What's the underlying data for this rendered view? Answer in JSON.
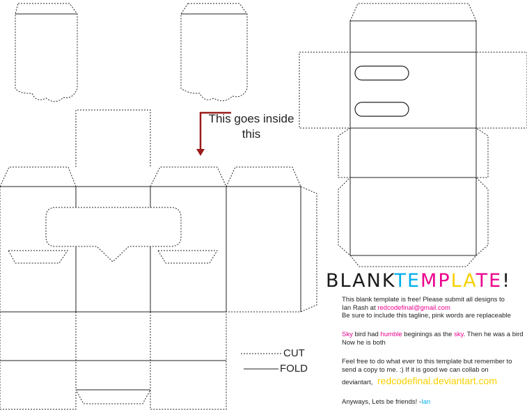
{
  "note": {
    "line1": "This goes inside",
    "line2": "this"
  },
  "title": {
    "parts": [
      {
        "text": "BLANK",
        "color": "#1a1a1a"
      },
      {
        "text": "TE",
        "color": "#00aeef"
      },
      {
        "text": "MP",
        "color": "#ec008c"
      },
      {
        "text": "LA",
        "color": "#f7d000"
      },
      {
        "text": "TE",
        "color": "#ec008c"
      },
      {
        "text": "!",
        "color": "#1a1a1a"
      }
    ]
  },
  "info": {
    "p1_line1": "This blank template is free! Please submit all designs to",
    "p1_line2a": "Ian Rash at ",
    "email": "redcodefinal@gmail.com",
    "p1_line3": "Be sure to include this tagline, pink words are replaceable",
    "p2_w1": "Sky",
    "p2_t1": " bird had ",
    "p2_w2": "humble",
    "p2_t2": " beginings as the ",
    "p2_w3": "sky",
    "p2_t3": ". Then he was a bird",
    "p2_line2": "Now he is both",
    "p3_line1": "Feel free to do what ever to this template but remember to",
    "p3_line2": "send a copy to me. :) If it is good we can collab on",
    "p3_line3": "deviantart,",
    "site": "redcodefinal.deviantart.com",
    "p4_text": "Anyways, Lets be friends! -",
    "p4_name": "Ian"
  },
  "legend": {
    "cut": "CUT",
    "fold": "FOLD"
  },
  "colors": {
    "pink": "#ec008c",
    "cyan": "#00aeef",
    "yellow": "#f7d000",
    "arrow": "#9b1c1c",
    "line": "#222222"
  }
}
